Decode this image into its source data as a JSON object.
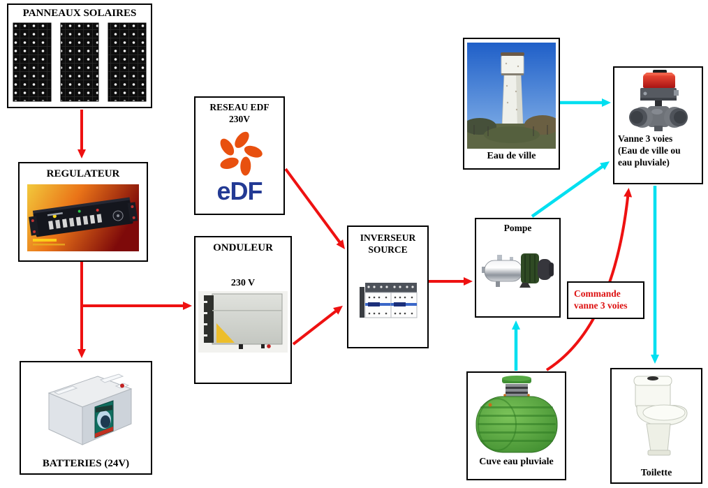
{
  "nodes": {
    "panneaux": {
      "label": "PANNEAUX SOLAIRES"
    },
    "regulateur": {
      "label": "REGULATEUR"
    },
    "batteries": {
      "label": "BATTERIES (24V)"
    },
    "reseau_edf": {
      "label": "RESEAU EDF\n230V",
      "logo_text": "eDF"
    },
    "onduleur": {
      "label": "ONDULEUR",
      "voltage": "230 V"
    },
    "inverseur_source": {
      "label": "INVERSEUR\nSOURCE"
    },
    "eau_de_ville": {
      "label": "Eau de ville"
    },
    "pompe": {
      "label": "Pompe"
    },
    "vanne_3_voies": {
      "label": "Vanne 3 voies\n(Eau de ville ou\neau pluviale)"
    },
    "commande_vanne": {
      "label": "Commande\nvanne 3 voies"
    },
    "cuve": {
      "label": "Cuve eau pluviale"
    },
    "toilette": {
      "label": "Toilette"
    }
  },
  "edges": [
    {
      "from": "panneaux",
      "to": "regulateur",
      "type": "electric"
    },
    {
      "from": "regulateur",
      "to": "batteries",
      "type": "electric"
    },
    {
      "from": "regulateur",
      "to": "onduleur",
      "type": "electric"
    },
    {
      "from": "reseau_edf",
      "to": "inverseur_source",
      "type": "electric"
    },
    {
      "from": "onduleur",
      "to": "inverseur_source",
      "type": "electric"
    },
    {
      "from": "inverseur_source",
      "to": "pompe",
      "type": "electric"
    },
    {
      "from": "eau_de_ville",
      "to": "vanne_3_voies",
      "type": "water"
    },
    {
      "from": "pompe",
      "to": "vanne_3_voies",
      "type": "water"
    },
    {
      "from": "cuve",
      "to": "pompe",
      "type": "water"
    },
    {
      "from": "vanne_3_voies",
      "to": "toilette",
      "type": "water"
    },
    {
      "from": "commande_vanne",
      "to": "vanne_3_voies",
      "type": "command"
    }
  ],
  "colors": {
    "electric_flow": "#ee1111",
    "water_flow": "#00dff0",
    "command_text": "#dd1111",
    "box_border": "#000000",
    "edf_orange": "#e8500f",
    "edf_blue": "#233a94"
  }
}
